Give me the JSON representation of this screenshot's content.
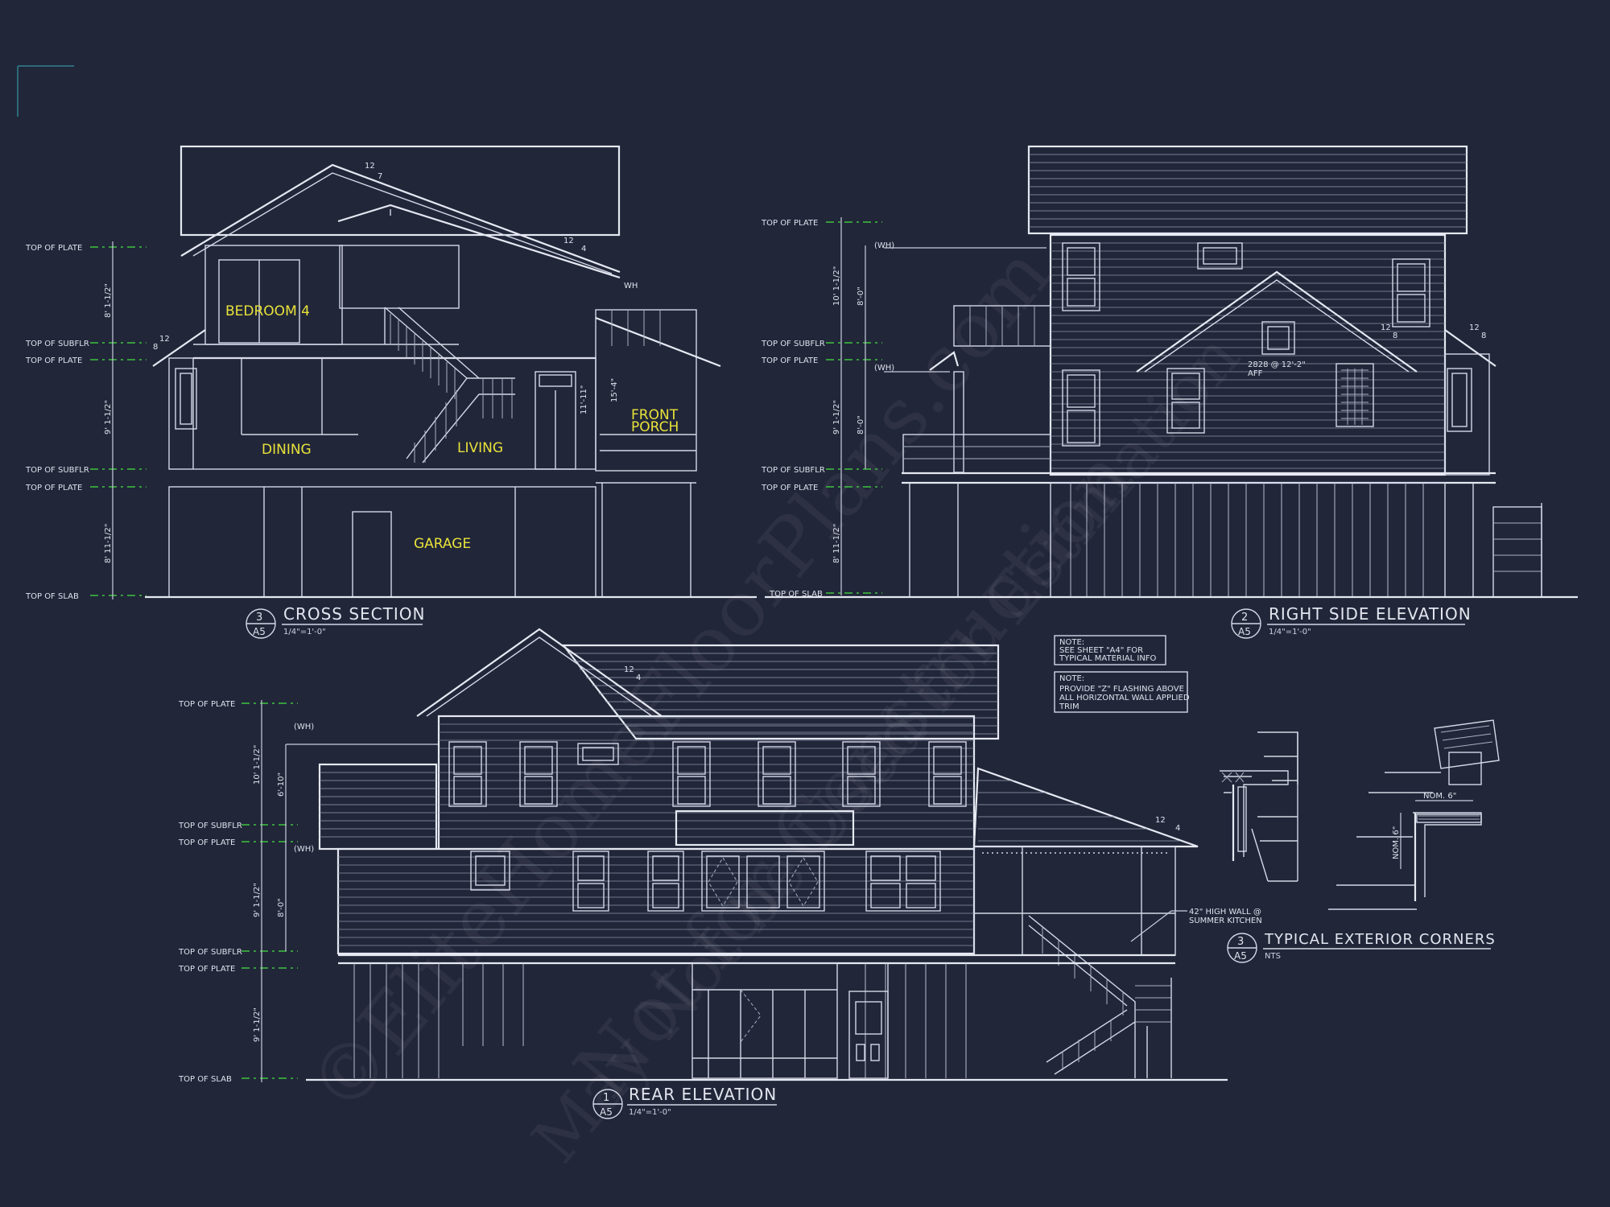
{
  "views": {
    "cross_section": {
      "title": "CROSS SECTION",
      "number": "3",
      "sheet": "A5",
      "scale": "1/4\"=1'-0\"",
      "rooms": [
        "BEDROOM 4",
        "DINING",
        "LIVING",
        "FRONT",
        "PORCH",
        "GARAGE"
      ],
      "levels": [
        "TOP OF PLATE",
        "TOP OF SUBFLR",
        "TOP OF PLATE",
        "TOP OF SUBFLR",
        "TOP OF PLATE",
        "TOP OF SLAB"
      ],
      "dims": [
        "8' 1-1/2\"",
        "9' 1-1/2\"",
        "8' 11-1/2\"",
        "11'-11\"",
        "15'-4\""
      ],
      "pitch_a": [
        "12",
        "7"
      ],
      "pitch_b": [
        "12",
        "4"
      ],
      "pitch_c": [
        "12",
        "8"
      ],
      "wh": "WH"
    },
    "right_side": {
      "title": "RIGHT SIDE ELEVATION",
      "number": "2",
      "sheet": "A5",
      "scale": "1/4\"=1'-0\"",
      "levels": [
        "TOP OF PLATE",
        "TOP OF SUBFLR",
        "TOP OF PLATE",
        "TOP OF SUBFLR",
        "TOP OF PLATE",
        "TOP OF SLAB"
      ],
      "dims": [
        "10' 1-1/2\"",
        "8'-0\"",
        "9' 1-1/2\"",
        "8'-0\"",
        "8' 11-1/2\""
      ],
      "wh": "(WH)",
      "window_note": "2828 @ 12'-2\"",
      "window_note2": "AFF",
      "pitch_a": [
        "12",
        "8"
      ],
      "pitch_b": [
        "12",
        "8"
      ]
    },
    "rear": {
      "title": "REAR ELEVATION",
      "number": "1",
      "sheet": "A5",
      "scale": "1/4\"=1'-0\"",
      "levels": [
        "TOP OF PLATE",
        "TOP OF SUBFLR",
        "TOP OF PLATE",
        "TOP OF SUBFLR",
        "TOP OF PLATE",
        "TOP OF SLAB"
      ],
      "dims": [
        "10' 1-1/2\"",
        "6'-10\"",
        "9' 1-1/2\"",
        "8'-0\"",
        "9' 1-1/2\""
      ],
      "wh": "(WH)",
      "callout": [
        "42\" HIGH WALL @",
        "SUMMER KITCHEN"
      ],
      "pitch": [
        "12",
        "4"
      ]
    },
    "corners": {
      "title": "TYPICAL EXTERIOR CORNERS",
      "number": "3",
      "sheet": "A5",
      "scale": "NTS",
      "nom_h": "NOM. 6\"",
      "nom_v": "NOM. 6\""
    }
  },
  "notes": [
    {
      "lines": [
        "NOTE:",
        "SEE SHEET \"A4\" FOR",
        "TYPICAL MATERIAL INFO"
      ]
    },
    {
      "lines": [
        "NOTE:",
        "PROVIDE \"Z\" FLASHING ABOVE",
        "ALL HORIZONTAL WALL APPLIED",
        "TRIM"
      ]
    }
  ],
  "watermark": [
    "©EliteHomeFloorPlans.com",
    "Not for Construction",
    "May Not be Used for Estimation"
  ],
  "colors": {
    "background": "#212639",
    "line": "#d4d8e6",
    "room_label": "#e8e23a",
    "level_marker": "#3ec43e",
    "corner_mark": "#2d6a7a"
  }
}
